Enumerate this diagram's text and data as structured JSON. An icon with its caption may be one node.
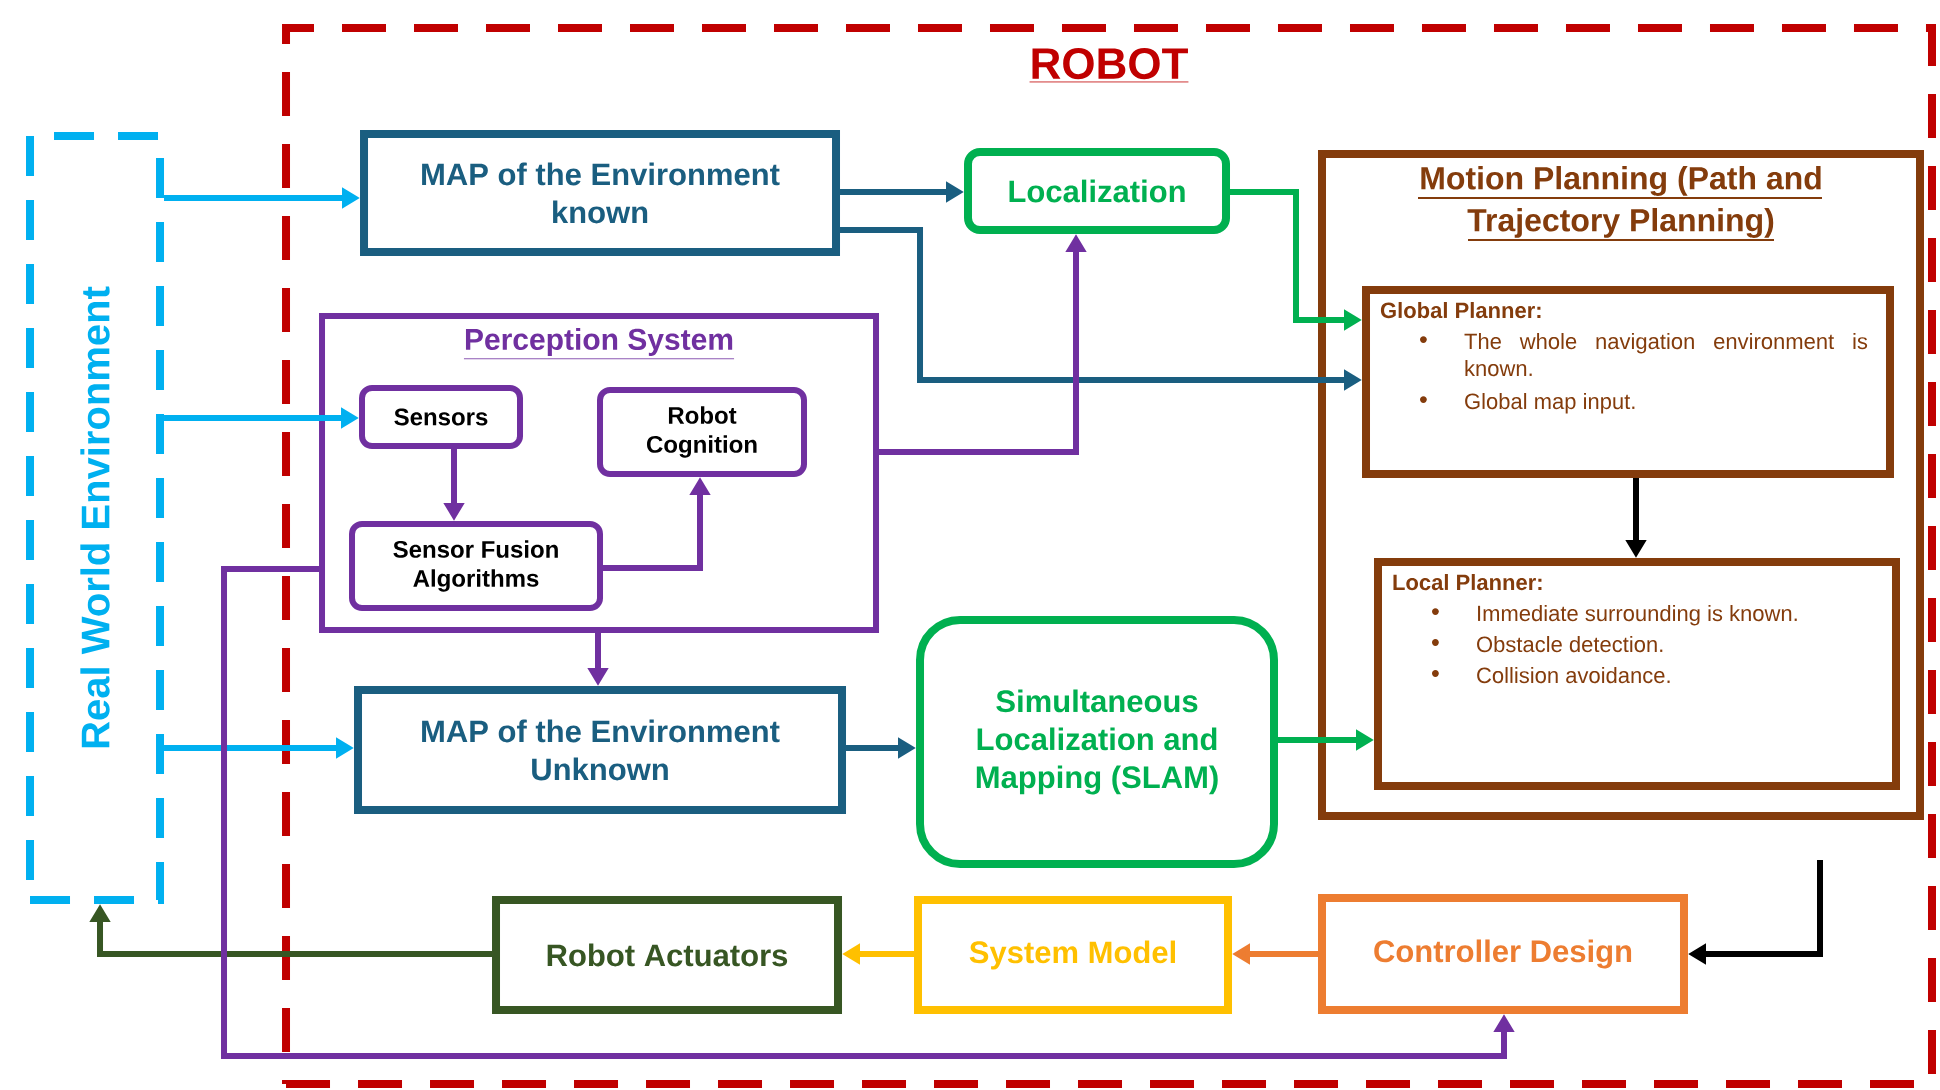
{
  "diagram": {
    "nodes": [
      {
        "text": [
          "Real World Environment"
        ]
      },
      {
        "text": [
          "ROBOT"
        ]
      },
      {
        "text": [
          "MAP of the Environment known"
        ],
        "in": 1
      },
      {
        "text": [
          "Localization"
        ],
        "in": 1
      },
      {
        "text": [
          "Motion Planning (Path and Trajectory Planning)"
        ],
        "in": 1
      },
      {
        "text": [
          "Global Planner:",
          "The whole navigation environment is known.",
          "Global map input."
        ],
        "in": 4
      },
      {
        "text": [
          "Local Planner:",
          "Immediate surrounding is known.",
          "Obstacle detection.",
          "Collision avoidance."
        ],
        "in": 4
      },
      {
        "text": [
          "Perception System"
        ],
        "in": 1
      },
      {
        "text": [
          "Sensors"
        ],
        "in": 7
      },
      {
        "text": [
          "Robot Cognition"
        ],
        "in": 7
      },
      {
        "text": [
          "Sensor Fusion Algorithms"
        ],
        "in": 7
      },
      {
        "text": [
          "MAP of the Environment Unknown"
        ],
        "in": 1
      },
      {
        "text": [
          "Simultaneous Localization and Mapping (SLAM)"
        ],
        "in": 1
      },
      {
        "text": [
          "Robot Actuators"
        ],
        "in": 1
      },
      {
        "text": [
          "System Model"
        ],
        "in": 1
      },
      {
        "text": [
          "Controller Design"
        ],
        "in": 1
      }
    ],
    "edges": [
      {
        "from": 0,
        "to": 2,
        "arrow": "to",
        "color": "#00b0f0"
      },
      {
        "from": 0,
        "to": 8,
        "arrow": "to",
        "color": "#00b0f0"
      },
      {
        "from": 0,
        "to": 11,
        "arrow": "to",
        "color": "#00b0f0"
      },
      {
        "from": 2,
        "to": 3,
        "arrow": "to",
        "color": "#1a5e80"
      },
      {
        "from": 2,
        "to": 5,
        "arrow": "to",
        "color": "#1a5e80"
      },
      {
        "from": 3,
        "to": 5,
        "arrow": "to",
        "color": "#00b050"
      },
      {
        "from": 7,
        "to": 3,
        "arrow": "to",
        "color": "#7030a0"
      },
      {
        "from": 8,
        "to": 10,
        "arrow": "to",
        "color": "#7030a0"
      },
      {
        "from": 10,
        "to": 9,
        "arrow": "to",
        "color": "#7030a0"
      },
      {
        "from": 7,
        "to": 11,
        "arrow": "to",
        "color": "#7030a0"
      },
      {
        "from": 11,
        "to": 12,
        "arrow": "to",
        "color": "#1a5e80"
      },
      {
        "from": 12,
        "to": 6,
        "arrow": "to",
        "color": "#00b050"
      },
      {
        "from": 5,
        "to": 6,
        "arrow": "to",
        "color": "#000000"
      },
      {
        "from": 4,
        "to": 15,
        "arrow": "to",
        "color": "#000000"
      },
      {
        "from": 15,
        "to": 14,
        "arrow": "to",
        "color": "#ed7d31"
      },
      {
        "from": 14,
        "to": 13,
        "arrow": "to",
        "color": "#ffc000"
      },
      {
        "from": 13,
        "to": 0,
        "arrow": "to",
        "color": "#375623"
      },
      {
        "from": 7,
        "to": 15,
        "arrow": "to",
        "color": "#7030a0"
      }
    ]
  }
}
